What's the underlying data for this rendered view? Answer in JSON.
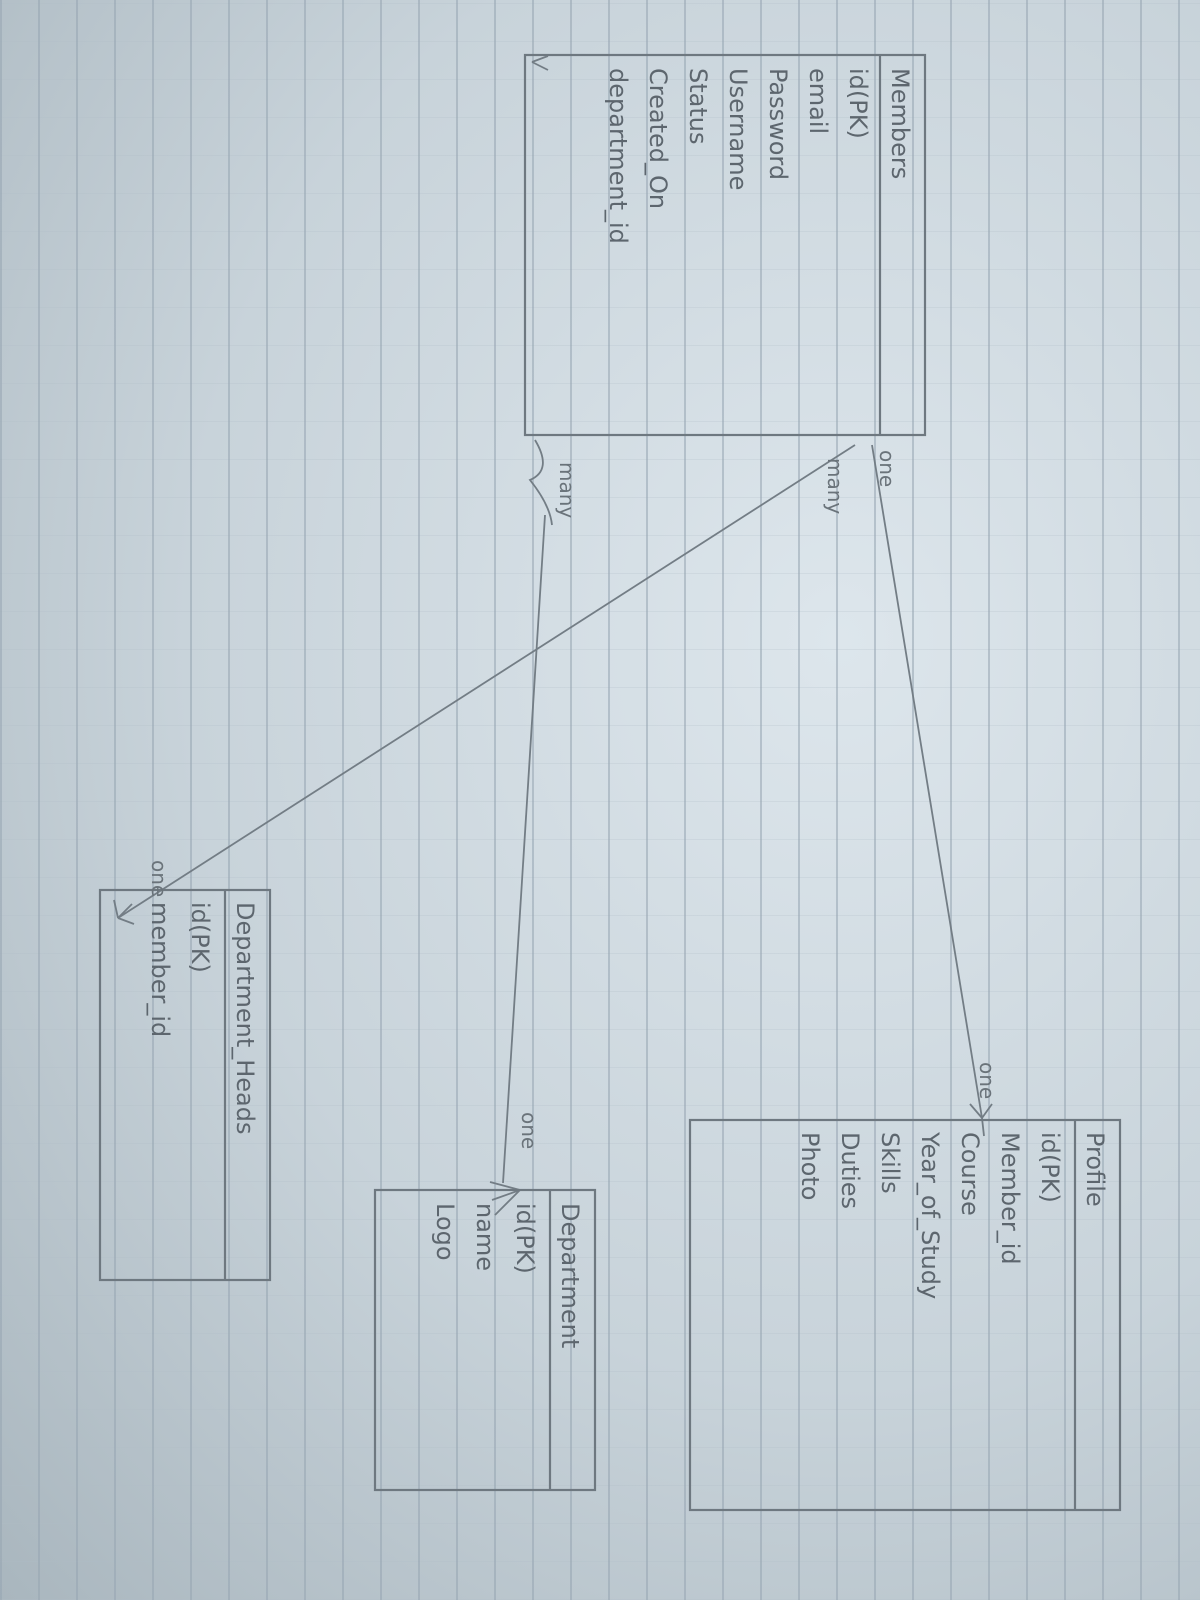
{
  "entities": {
    "members": {
      "title": "Members",
      "fields": [
        "id(PK)",
        "email",
        "Password",
        "Username",
        "Status",
        "Created_On",
        "department_id"
      ]
    },
    "profile": {
      "title": "Profile",
      "fields": [
        "id(PK)",
        "Member_id",
        "Course",
        "Year_of_Study",
        "Skills",
        "Duties",
        "Photo"
      ]
    },
    "department": {
      "title": "Department",
      "fields": [
        "id(PK)",
        "name",
        "Logo"
      ]
    },
    "department_heads": {
      "title": "Department_Heads",
      "fields": [
        "id(PK)",
        "member_id"
      ]
    }
  },
  "relationships": {
    "members_profile": {
      "from_label": "one",
      "to_label": "one"
    },
    "members_department_heads": {
      "from_label": "many",
      "to_label": "one"
    },
    "members_department": {
      "from_label": "many",
      "to_label": "one"
    }
  },
  "colors": {
    "paper": "#d3dde3",
    "ink": "#5d666e",
    "grid": "#96a5b2"
  }
}
